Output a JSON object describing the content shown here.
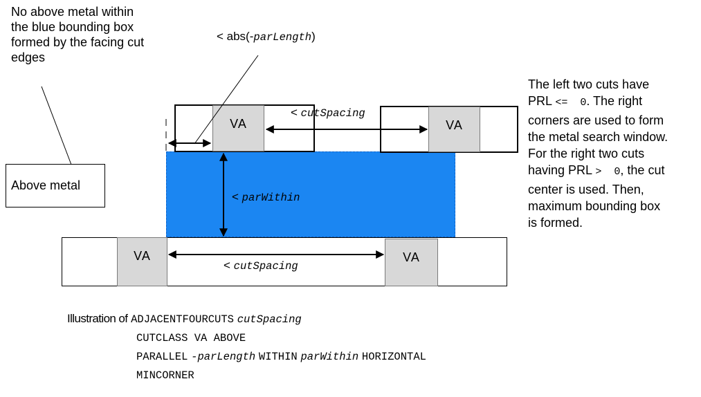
{
  "notes": {
    "top_left": [
      "No above metal within",
      "the blue bounding box",
      "formed by the facing cut",
      "edges"
    ],
    "right": {
      "lines": [
        [
          {
            "t": "The left two cuts have",
            "mono": false
          }
        ],
        [
          {
            "t": "PRL ",
            "mono": false
          },
          {
            "t": "<=  0",
            "mono": true
          },
          {
            "t": ". The right",
            "mono": false
          }
        ],
        [
          {
            "t": "corners are used to form",
            "mono": false
          }
        ],
        [
          {
            "t": "the metal search window.",
            "mono": false
          }
        ],
        [
          {
            "t": "For the right two cuts",
            "mono": false
          }
        ],
        [
          {
            "t": "having PRL ",
            "mono": false
          },
          {
            "t": ">  0",
            "mono": true
          },
          {
            "t": ", the cut",
            "mono": false
          }
        ],
        [
          {
            "t": "center is used. Then,",
            "mono": false
          }
        ],
        [
          {
            "t": "maximum bounding box",
            "mono": false
          }
        ],
        [
          {
            "t": "is formed.",
            "mono": false
          }
        ]
      ]
    }
  },
  "labels": {
    "above_metal": "Above metal",
    "abs_prefix": "< abs(-",
    "abs_param": "parLength",
    "abs_suffix": ")",
    "lt": "< ",
    "cut_spacing": "cutSpacing",
    "par_within": "parWithin",
    "via": "VA"
  },
  "caption": {
    "prefix": "Illustration of",
    "keyword": "ADJACENTFOURCUTS",
    "param1": "cutSpacing",
    "line2": "CUTCLASS VA ABOVE",
    "line3_kw1": "PARALLEL",
    "line3_param1": "-parLength",
    "line3_kw2": "WITHIN",
    "line3_param2": "parWithin",
    "line3_kw3": "HORIZONTAL",
    "line4": "MINCORNER"
  },
  "colors": {
    "search_window": "#1b86f2",
    "via_fill": "#d8d8d8"
  }
}
